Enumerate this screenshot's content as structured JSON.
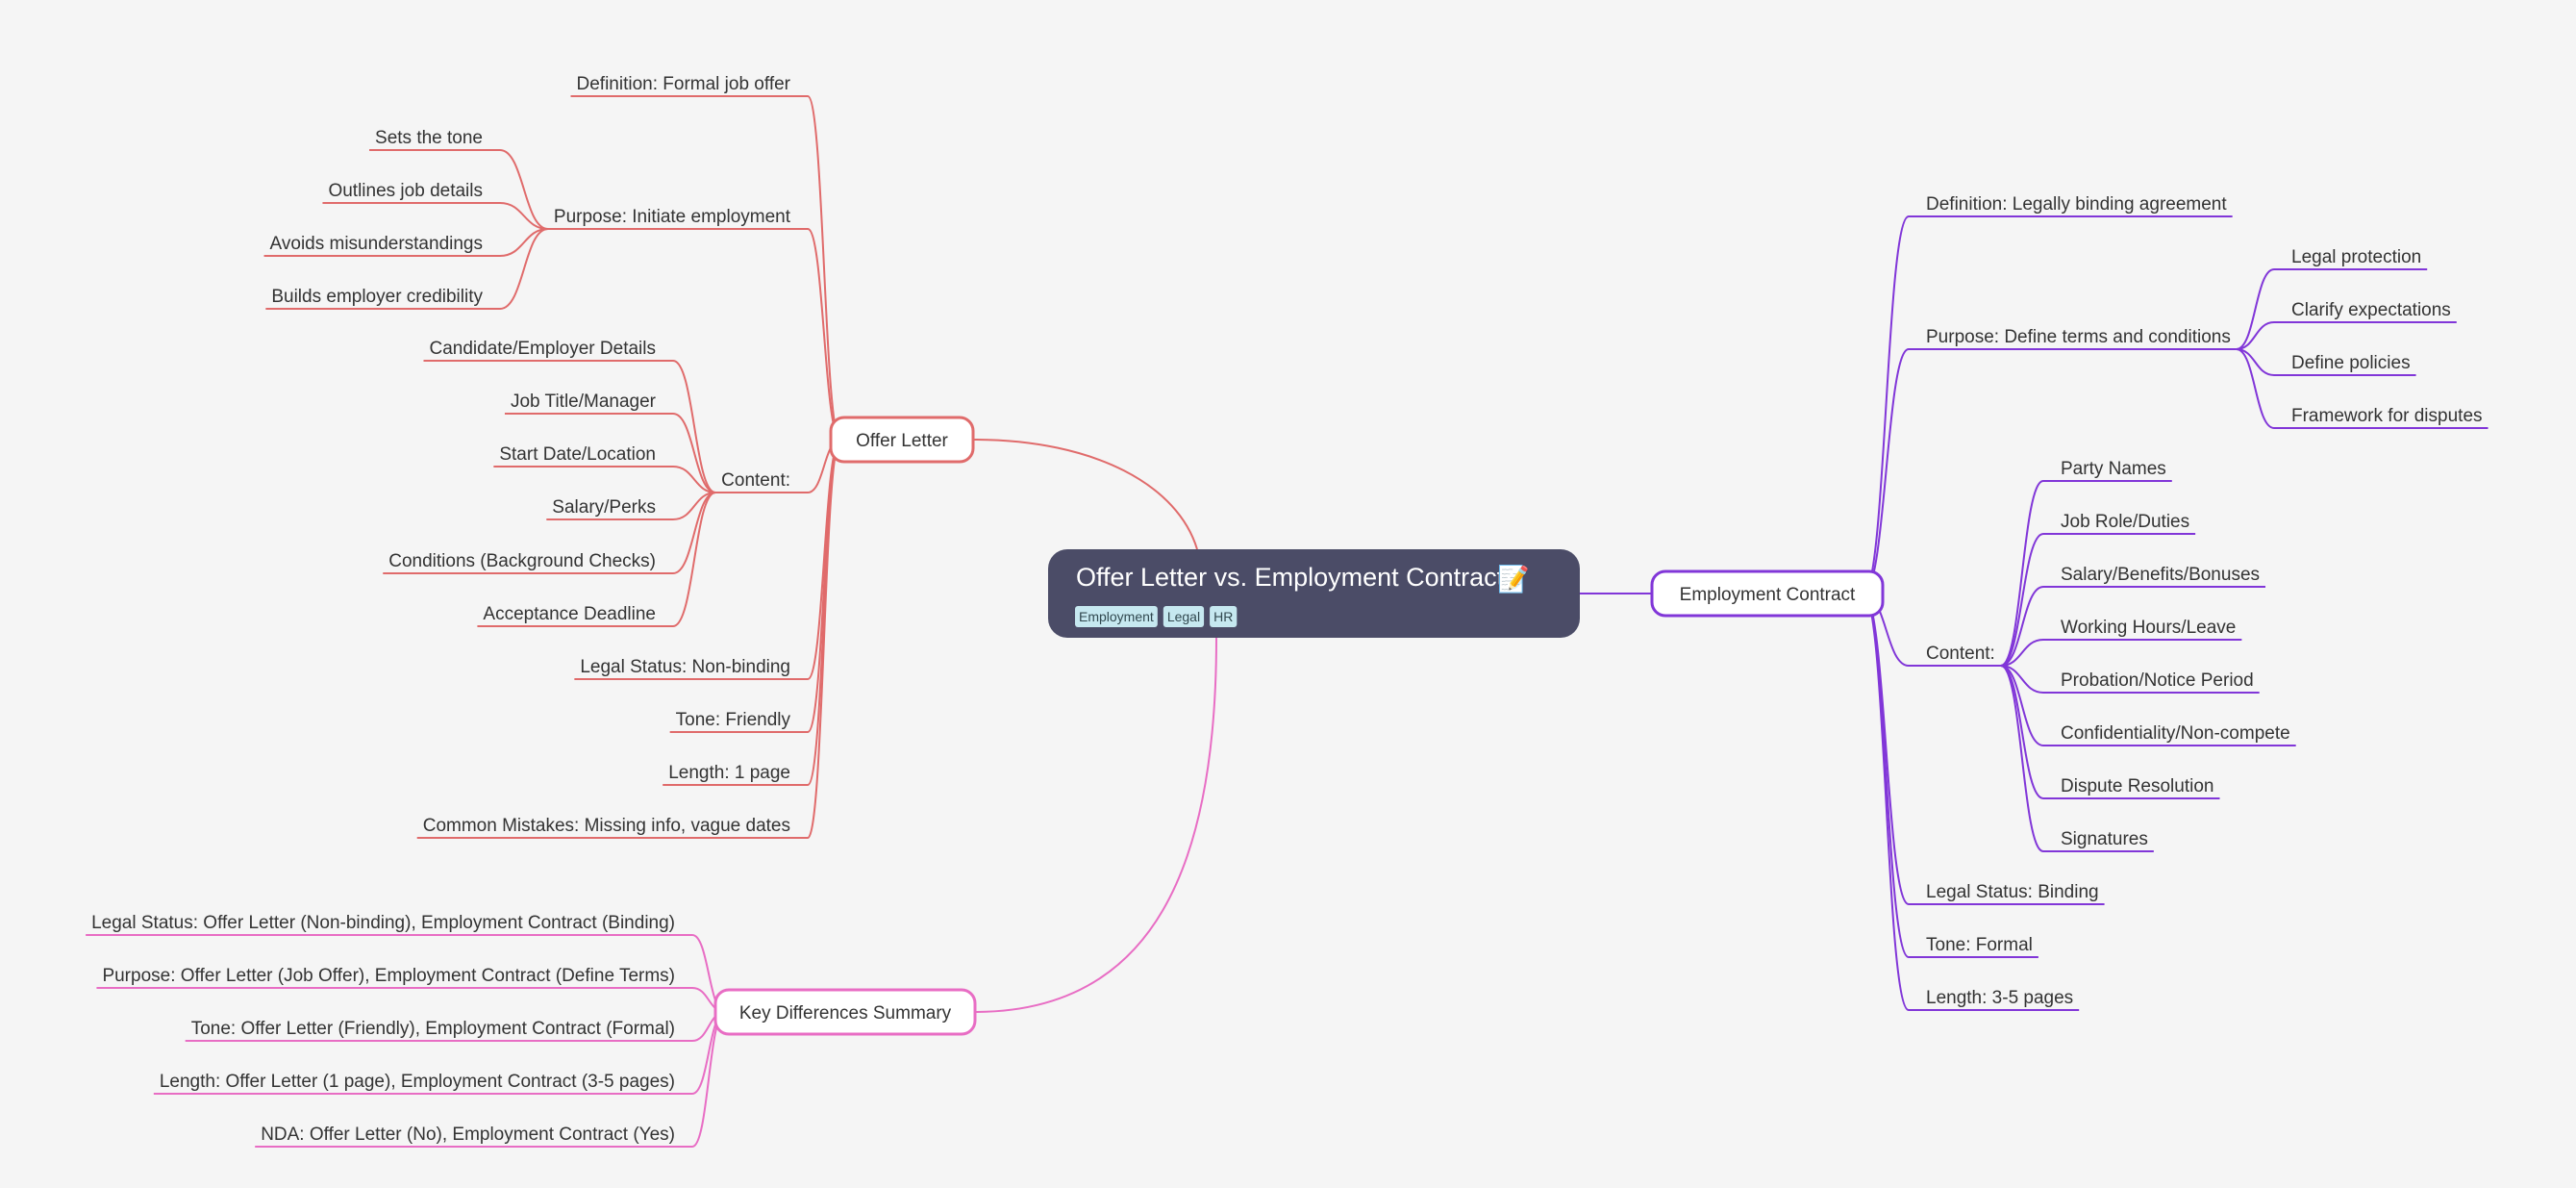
{
  "root": {
    "title": "Offer Letter vs. Employment Contract",
    "emoji": "📝",
    "tags": [
      "Employment",
      "Legal",
      "HR"
    ]
  },
  "colors": {
    "background": "#f5f5f5",
    "root_fill": "#4b4c67",
    "tag_fill": "#c6e8f0",
    "offer_letter": "#e06b6b",
    "employment_contract": "#8136d8",
    "key_differences": "#e86dc4"
  },
  "branches": [
    {
      "id": "offer-letter",
      "label": "Offer Letter",
      "children": [
        {
          "label": "Definition: Formal job offer"
        },
        {
          "label": "Purpose: Initiate employment",
          "children": [
            {
              "label": "Sets the tone"
            },
            {
              "label": "Outlines job details"
            },
            {
              "label": "Avoids misunderstandings"
            },
            {
              "label": "Builds employer credibility"
            }
          ]
        },
        {
          "label": "Content:",
          "children": [
            {
              "label": "Candidate/Employer Details"
            },
            {
              "label": "Job Title/Manager"
            },
            {
              "label": "Start Date/Location"
            },
            {
              "label": "Salary/Perks"
            },
            {
              "label": "Conditions (Background Checks)"
            },
            {
              "label": "Acceptance Deadline"
            }
          ]
        },
        {
          "label": "Legal Status: Non-binding"
        },
        {
          "label": "Tone: Friendly"
        },
        {
          "label": "Length: 1 page"
        },
        {
          "label": "Common Mistakes: Missing info, vague dates"
        }
      ]
    },
    {
      "id": "employment-contract",
      "label": "Employment Contract",
      "children": [
        {
          "label": "Definition: Legally binding agreement"
        },
        {
          "label": "Purpose: Define terms and conditions",
          "children": [
            {
              "label": "Legal protection"
            },
            {
              "label": "Clarify expectations"
            },
            {
              "label": "Define policies"
            },
            {
              "label": "Framework for disputes"
            }
          ]
        },
        {
          "label": "Content:",
          "children": [
            {
              "label": "Party Names"
            },
            {
              "label": "Job Role/Duties"
            },
            {
              "label": "Salary/Benefits/Bonuses"
            },
            {
              "label": "Working Hours/Leave"
            },
            {
              "label": "Probation/Notice Period"
            },
            {
              "label": "Confidentiality/Non-compete"
            },
            {
              "label": "Dispute Resolution"
            },
            {
              "label": "Signatures"
            }
          ]
        },
        {
          "label": "Legal Status: Binding"
        },
        {
          "label": "Tone: Formal"
        },
        {
          "label": "Length: 3-5 pages"
        }
      ]
    },
    {
      "id": "key-differences",
      "label": "Key Differences Summary",
      "children": [
        {
          "label": "Legal Status: Offer Letter (Non-binding), Employment Contract (Binding)"
        },
        {
          "label": "Purpose: Offer Letter (Job Offer), Employment Contract (Define Terms)"
        },
        {
          "label": "Tone: Offer Letter (Friendly), Employment Contract (Formal)"
        },
        {
          "label": "Length: Offer Letter (1 page), Employment Contract (3-5 pages)"
        },
        {
          "label": "NDA: Offer Letter (No), Employment Contract (Yes)"
        }
      ]
    }
  ]
}
